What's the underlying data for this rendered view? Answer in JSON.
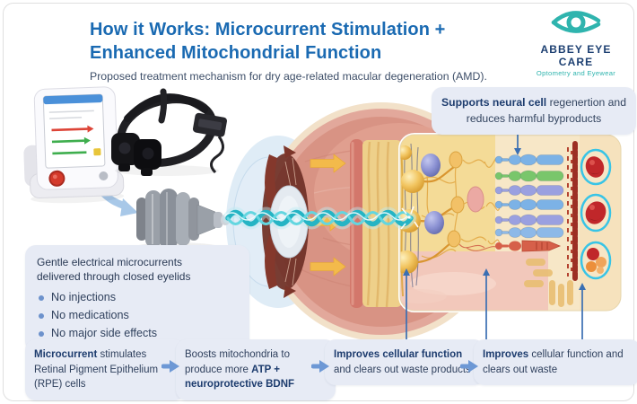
{
  "header": {
    "title_line1": "How it Works: Microcurrent Stimulation +",
    "title_line2": "Enhanced Mitochondrial Function",
    "subtitle": "Proposed treatment mechanism for dry age-related macular degeneration (AMD)."
  },
  "logo": {
    "name": "ABBEY EYE CARE",
    "tagline": "Optometry and Eyewear",
    "icon": "eye-icon",
    "teal": "#2fb4ae",
    "navy": "#1c3f71"
  },
  "callout_left": {
    "line1": "Gentle electrical microcurrents",
    "line2": "delivered through closed eyelids",
    "bullets": [
      "No injections",
      "No medications",
      "No major side effects"
    ]
  },
  "callout_top_right": {
    "bold": "Supports neural cell",
    "rest": " regenertion and reduces harmful byproducts"
  },
  "flow_steps": [
    {
      "pre": "",
      "bold": "Microcurrent",
      "post": " stimulates Retinal Pigment Epithelium (RPE) cells"
    },
    {
      "pre": "Boosts mitochondria to produce more ",
      "bold": "ATP + neuroprotective BDNF",
      "post": ""
    },
    {
      "pre": "",
      "bold": "Improves cellular function",
      "post": " and clears out waste products"
    },
    {
      "pre": "",
      "bold": "Improves",
      "post": " cellular function and clears out waste"
    }
  ],
  "illustration_icons": [
    "microcurrent-control-unit",
    "stimulation-headset",
    "eye-probe",
    "microcurrent-wave",
    "eye-cross-section",
    "retina-layer-detail"
  ],
  "colors": {
    "title_blue": "#1a6ab2",
    "box_bg": "#e7ebf5",
    "body_text": "#2e3f5c",
    "bold_navy": "#1d3c6e",
    "connector_blue": "#3a6fb3",
    "flow_arrow_blue": "#6d98d5",
    "wave_teal": "#25b4c4",
    "yellow_arrow": "#f3ba4b"
  }
}
